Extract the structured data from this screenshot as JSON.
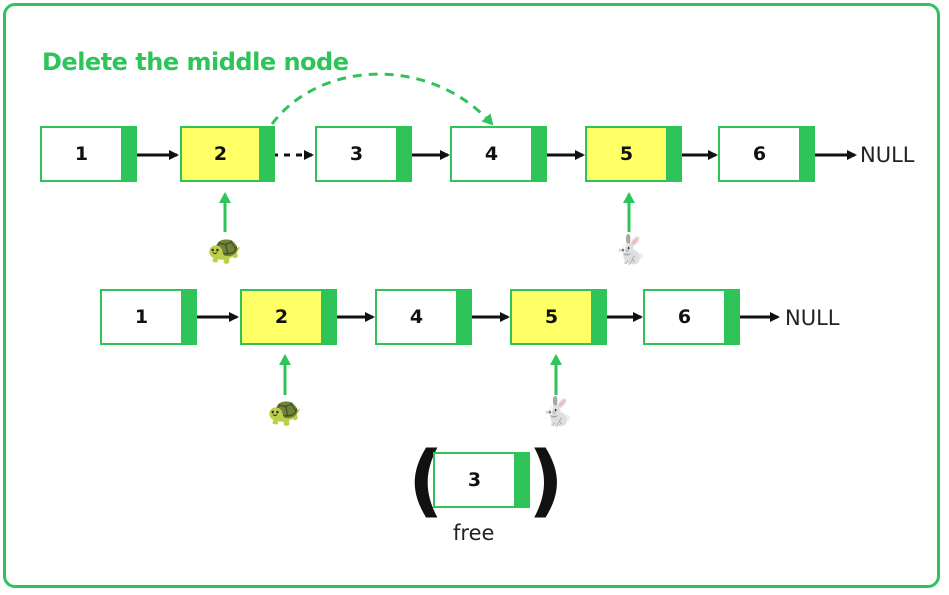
{
  "title": "Delete the middle node",
  "colors": {
    "accent": "#2ec45a",
    "highlight": "#ffff66",
    "arrow": "#111111"
  },
  "row1": {
    "nodes": [
      "1",
      "2",
      "3",
      "4",
      "5",
      "6"
    ],
    "highlighted": [
      "2",
      "5"
    ],
    "terminal": "NULL"
  },
  "row2": {
    "nodes": [
      "1",
      "2",
      "4",
      "5",
      "6"
    ],
    "highlighted": [
      "2",
      "5"
    ],
    "terminal": "NULL"
  },
  "freed": {
    "node": "3",
    "label": "free"
  },
  "icons": {
    "slow": "tortoise-icon",
    "fast": "rabbit-icon"
  }
}
